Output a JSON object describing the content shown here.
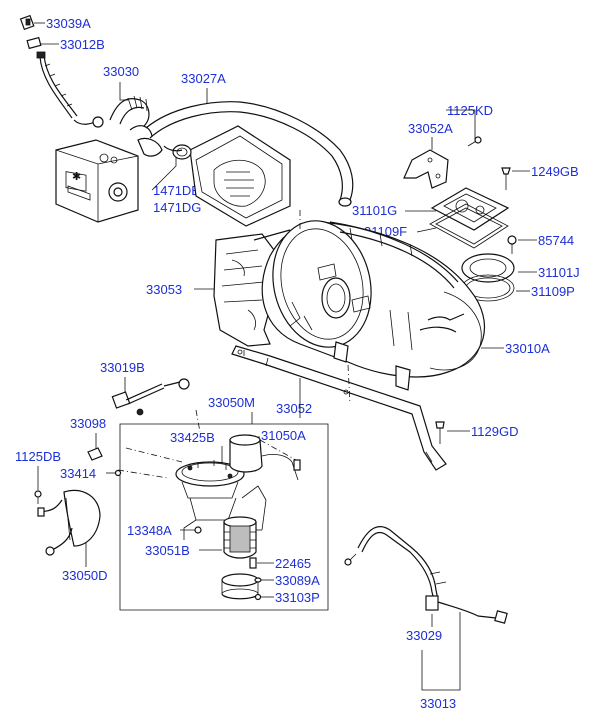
{
  "labels": {
    "p33039A": "33039A",
    "p33012B": "33012B",
    "p33030": "33030",
    "p33027A": "33027A",
    "p1125KD": "1125KD",
    "p33052A": "33052A",
    "p1249GB": "1249GB",
    "p1471DE": "1471DE",
    "p1471DG": "1471DG",
    "p31101G": "31101G",
    "p31109F": "31109F",
    "p85744": "85744",
    "p31101J": "31101J",
    "p31109P": "31109P",
    "p33053": "33053",
    "p33010A": "33010A",
    "p33019B": "33019B",
    "p33050M": "33050M",
    "p33052": "33052",
    "p33098": "33098",
    "p33425B": "33425B",
    "p31050A": "31050A",
    "p1129GD": "1129GD",
    "p1125DB": "1125DB",
    "p33414": "33414",
    "p13348A": "13348A",
    "p33051B": "33051B",
    "p22465": "22465",
    "p33089A": "33089A",
    "p33103P": "33103P",
    "p33050D": "33050D",
    "p33029": "33029",
    "p33013": "33013"
  }
}
